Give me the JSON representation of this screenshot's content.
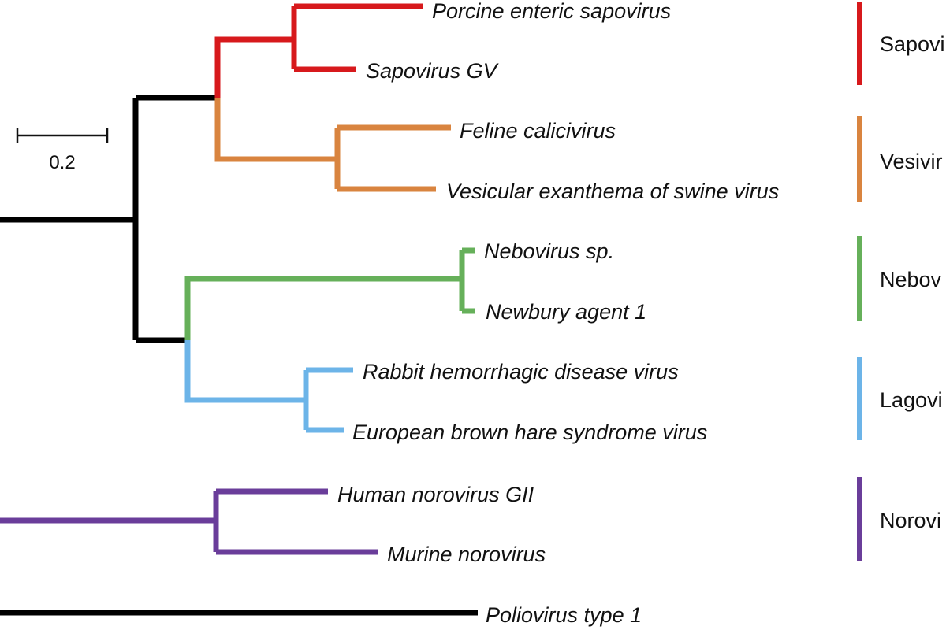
{
  "colors": {
    "backbone": "#000000",
    "sapovirus": "#d7191c",
    "vesivirus": "#d9843f",
    "nebovirus": "#66b05a",
    "lagovirus": "#6cb4e8",
    "norovirus": "#6a3d9a"
  },
  "scale_bar": {
    "label": "0.2"
  },
  "taxa": [
    {
      "key": "porcine",
      "label": "Porcine enteric sapovirus"
    },
    {
      "key": "sapovirus_gv",
      "label": "Sapovirus GV"
    },
    {
      "key": "feline",
      "label": "Feline calicivirus"
    },
    {
      "key": "vesicular",
      "label": "Vesicular exanthema of swine virus"
    },
    {
      "key": "nebovirus_sp",
      "label": "Nebovirus sp."
    },
    {
      "key": "newbury",
      "label": "Newbury agent 1"
    },
    {
      "key": "rabbit",
      "label": "Rabbit hemorrhagic disease virus"
    },
    {
      "key": "hare",
      "label": "European brown hare syndrome virus"
    },
    {
      "key": "human_noro",
      "label": "Human norovirus GII"
    },
    {
      "key": "murine_noro",
      "label": "Murine norovirus"
    },
    {
      "key": "polio",
      "label": "Poliovirus type 1"
    }
  ],
  "genera": [
    {
      "key": "sapovirus",
      "label": "Sapovi"
    },
    {
      "key": "vesivirus",
      "label": "Vesivir"
    },
    {
      "key": "nebovirus",
      "label": "Nebov"
    },
    {
      "key": "lagovirus",
      "label": "Lagovi"
    },
    {
      "key": "norovirus",
      "label": "Norovi"
    }
  ]
}
